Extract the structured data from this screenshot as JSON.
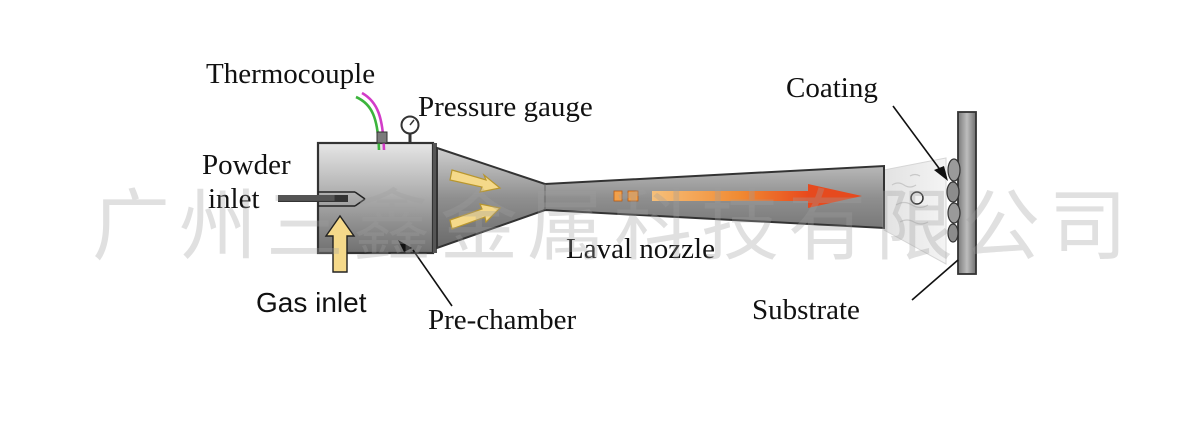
{
  "labels": {
    "thermocouple": "Thermocouple",
    "pressure_gauge": "Pressure gauge",
    "powder_inlet_line1": "Powder",
    "powder_inlet_line2": "inlet",
    "laval_nozzle": "Laval nozzle",
    "gas_inlet": "Gas inlet",
    "pre_chamber": "Pre-chamber",
    "coating": "Coating",
    "substrate": "Substrate"
  },
  "watermark": "广州三鑫金属科技有限公司",
  "colors": {
    "nozzle_gray": "#9b9b9b",
    "jet_orange": "#f07a2a",
    "gas_arrow_yellow": "#f5d98a",
    "thermocouple_wire_green": "#3cb43c",
    "thermocouple_wire_magenta": "#d23cc8"
  }
}
